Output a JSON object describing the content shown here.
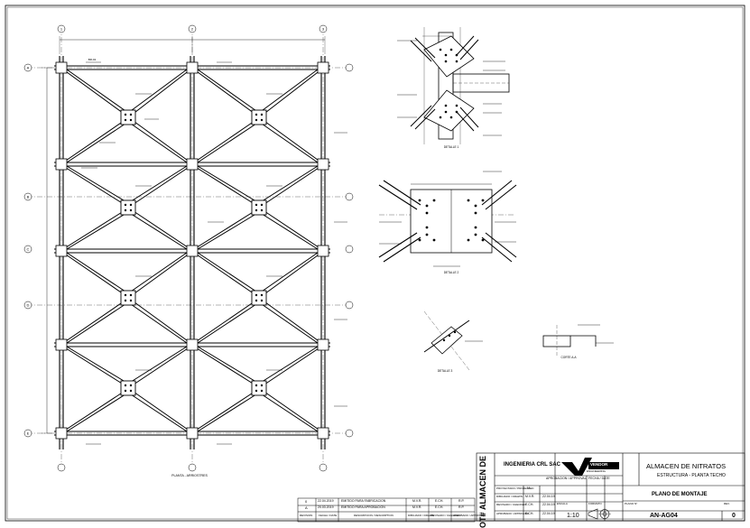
{
  "title_block": {
    "company": "INGENIERIA CRL SAC",
    "side_title": "ALMACEN DE",
    "side_code": "OT#",
    "logo_text": "VENDOR",
    "logo_sub": "ENGINEERING",
    "project_title": "ALMACEN DE NITRATOS",
    "project_subtitle": "ESTRUCTURA - PLANTA TECHO",
    "sheet_title": "PLANO DE MONTAJE",
    "scale": "1:10",
    "drawing_no": "AN-AG04",
    "revision": "0",
    "approval_label": "APROBACION / APPROVAL",
    "date_label": "FECHA / DATE",
    "rows": [
      {
        "label": "PROYECTADO / PROJECTED",
        "name": "M.",
        "date": ""
      },
      {
        "label": "DIBUJADO / DRAWN",
        "name": "M.V.R.",
        "date": "22.04.19"
      },
      {
        "label": "REVISADO / CHECKED",
        "name": "E.CH.",
        "date": "22.04.19"
      },
      {
        "label": "APROBADO / APPROVED",
        "name": "E.CH.",
        "date": "22.04.19"
      }
    ],
    "scale_label": "ESCALA",
    "format_label": "FORMATO",
    "drawing_label": "PLANO N°",
    "rev_label": "REV."
  },
  "revisions": {
    "header": [
      "REVISION",
      "FECHA / DATE",
      "DESCRIPCION / DESCRIPTION",
      "DIBUJADO / DRAWN",
      "REVISADO / CHECKED",
      "APROBADO / APPROVED"
    ],
    "rows": [
      [
        "0",
        "22.04.2019",
        "EMITIDO PARA FABRICACION",
        "M.V.R.",
        "E.CH.",
        "R.P."
      ],
      [
        "A",
        "20.03.2019",
        "EMITIDO PARA APROBACION",
        "M.V.R.",
        "E.CH.",
        "R.P."
      ]
    ]
  },
  "plan": {
    "label": "PLANTA - ARRIOSTRES",
    "grid_top": [
      "1",
      "2",
      "3"
    ],
    "grid_left": [
      "A",
      "B",
      "C",
      "D",
      "E"
    ],
    "member_tag": "BR-02"
  },
  "details": {
    "d1": "DETALLE 1",
    "d2": "DETALLE 2",
    "d3": "DETALLE 3",
    "d3b": "CORTE A-A"
  }
}
